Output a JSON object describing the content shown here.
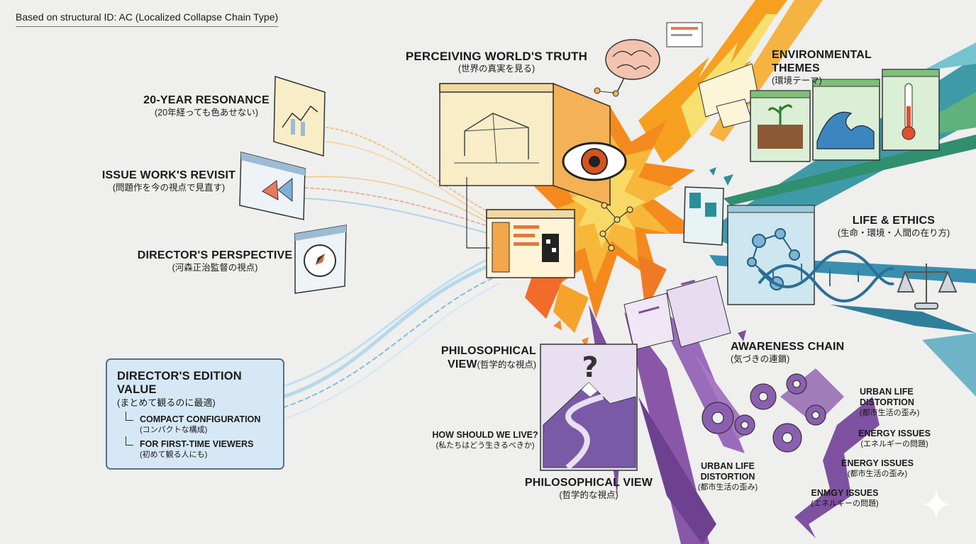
{
  "header": {
    "structural_note": "Based on structural ID: AC (Localized Collapse Chain Type)"
  },
  "left_items": [
    {
      "title": "20-YEAR RESONANCE",
      "subtitle": "(20年経っても色あせない)"
    },
    {
      "title": "ISSUE WORK'S REVISIT",
      "subtitle": "(問題作を今の視点で見直す)"
    },
    {
      "title": "DIRECTOR'S PERSPECTIVE",
      "subtitle": "(河森正治監督の視点)"
    }
  ],
  "edition_box": {
    "title": "DIRECTOR'S EDITION VALUE",
    "subtitle": "(まとめて観るのに最適)",
    "items": [
      {
        "title": "COMPACT CONFIGURATION",
        "subtitle": "(コンパクトな構成)"
      },
      {
        "title": "FOR FIRST-TIME VIEWERS",
        "subtitle": "(初めて観る人にも)"
      }
    ]
  },
  "center": {
    "perceiving": {
      "title": "PERCEIVING WORLD'S TRUTH",
      "subtitle": "(世界の真実を見る)"
    },
    "philosophical_side": {
      "line1": "PHILOSOPHICAL",
      "line2": "VIEW",
      "subtitle": "(哲学的な視点)"
    },
    "how_live": {
      "title": "HOW SHOULD WE LIVE?",
      "subtitle": "(私たちはどう生きるべきか)"
    },
    "philosophical_bottom": {
      "title": "PHILOSOPHICAL VIEW",
      "subtitle": "(哲学的な視点)"
    }
  },
  "right": {
    "environmental": {
      "title": "ENVIRONMENTAL THEMES",
      "subtitle": "(環境テーマ)"
    },
    "life_ethics": {
      "title": "LIFE & ETHICS",
      "subtitle": "(生命・環境・人間の在り方)"
    },
    "awareness": {
      "title": "AWARENESS CHAIN",
      "subtitle": "(気づきの連鎖)"
    },
    "urban_top": {
      "line1": "URBAN LIFE",
      "line2": "DISTORTION",
      "subtitle": "(都市生活の歪み)"
    },
    "energy1": {
      "title": "ENERGY ISSUES",
      "subtitle": "(エネルギーの問題)"
    },
    "energy2": {
      "title": "ENERGY ISSUES",
      "subtitle": "(都市生活の歪み)"
    },
    "urban_bottom": {
      "line1": "URBAN LIFE",
      "line2": "DISTORTION",
      "subtitle": "(都市生活の歪み)"
    },
    "enmgy": {
      "title": "ENMGY ISSUES",
      "subtitle": "(エネルギーの問題)"
    }
  },
  "icons": {
    "eye": "eye-icon",
    "brain": "brain-icon",
    "compass": "compass-icon",
    "question": "question-mark-icon",
    "dna": "dna-icon",
    "scales": "scales-icon",
    "thermometer": "thermometer-icon",
    "wave": "wave-icon",
    "sprout": "sprout-icon",
    "gears": "gears-icon",
    "sparkle": "sparkle-icon"
  },
  "colors": {
    "background": "#efefee",
    "orange": "#f28c28",
    "yellow": "#f7d54a",
    "purple": "#7d4f9e",
    "teal": "#2a8f9a",
    "green": "#5aa66a",
    "blue_box": "#d6e8f6",
    "cream": "#f9edc8"
  }
}
